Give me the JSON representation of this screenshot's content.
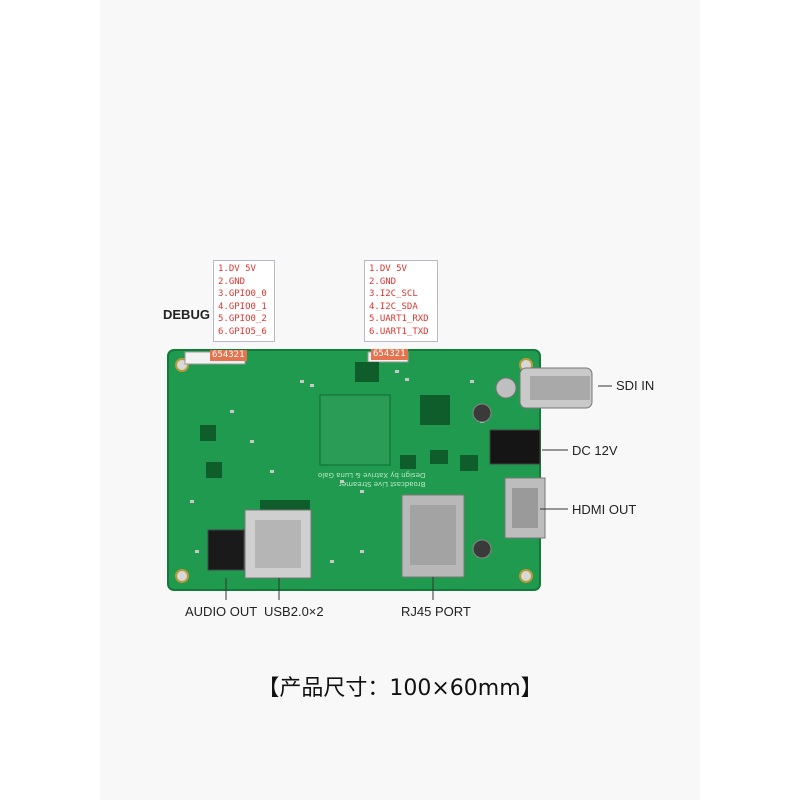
{
  "debug_label": "DEBUG",
  "debug_pins": [
    "1.DV 5V",
    "2.GND",
    "3.GPIO0_0",
    "4.GPIO0_1",
    "5.GPIO0_2",
    "6.GPIO5_6"
  ],
  "debug_pin_numbers": "654321",
  "uart_pins": [
    "1.DV 5V",
    "2.GND",
    "3.I2C_SCL",
    "4.I2C_SDA",
    "5.UART1_RXD",
    "6.UART1_TXD"
  ],
  "uart_pin_numbers": "654321",
  "labels": {
    "sdi_in": "SDI IN",
    "dc": "DC 12V",
    "hdmi_out": "HDMI OUT",
    "audio_out": "AUDIO OUT",
    "usb": "USB2.0×2",
    "rj45": "RJ45 PORT"
  },
  "board_silkscreen": [
    "Broadcast Live Streamer",
    "Design by Xatrive & Luna Galo"
  ],
  "caption": "【产品尺寸：100×60mm】",
  "colors": {
    "pcb": "#1f9a4f",
    "pcb_edge": "#147a3b",
    "pin_text": "#e0332e"
  }
}
